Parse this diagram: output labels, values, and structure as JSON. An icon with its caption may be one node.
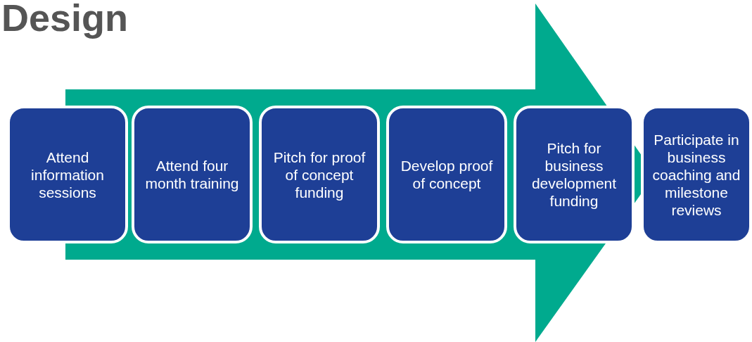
{
  "diagram": {
    "title": "Design",
    "nodes": [
      {
        "text": [
          "Attend information sessions"
        ]
      },
      {
        "text": [
          "Attend four month training"
        ]
      },
      {
        "text": [
          "Pitch for proof of concept funding"
        ]
      },
      {
        "text": [
          "Develop proof of concept"
        ]
      },
      {
        "text": [
          "Pitch for business development funding"
        ]
      },
      {
        "text": [
          "Participate in business coaching and milestone reviews"
        ]
      }
    ],
    "edges": [
      {
        "from": 0,
        "to": 5,
        "arrow": "to"
      }
    ]
  }
}
